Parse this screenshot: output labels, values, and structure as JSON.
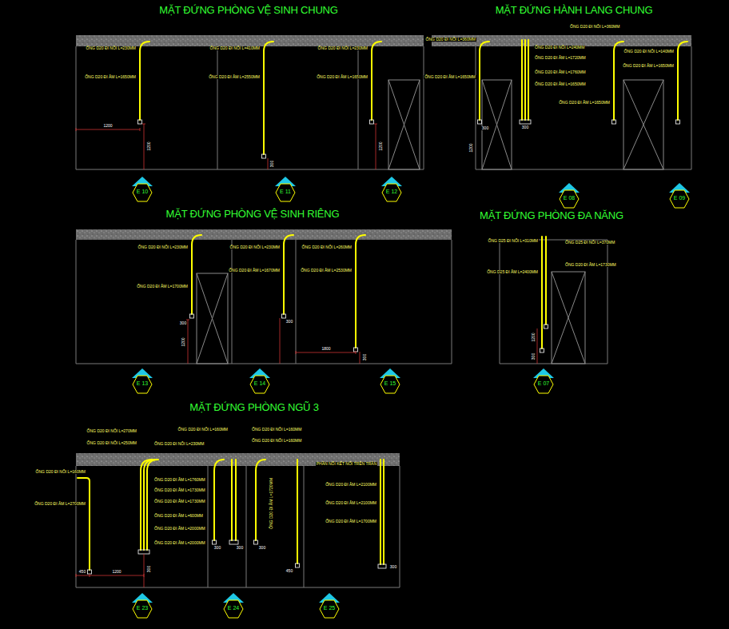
{
  "diagram": {
    "nodes": [
      {
        "text": [
          "E 10"
        ]
      },
      {
        "text": [
          "E 11"
        ]
      },
      {
        "text": [
          "E 12"
        ]
      },
      {
        "text": [
          "E 08"
        ]
      },
      {
        "text": [
          "E 09"
        ]
      },
      {
        "text": [
          "E 13"
        ]
      },
      {
        "text": [
          "E 14"
        ]
      },
      {
        "text": [
          "E 15"
        ]
      },
      {
        "text": [
          "E 07"
        ]
      },
      {
        "text": [
          "E 23"
        ]
      },
      {
        "text": [
          "E 24"
        ]
      },
      {
        "text": [
          "E 25"
        ]
      }
    ],
    "labels": [
      "MẶT ĐỨNG PHÒNG VỆ SINH CHUNG",
      "ỐNG D20 ĐI NỔI L=230MM",
      "ỐNG D20 ĐI ÂM L=1650MM",
      "1200",
      "1200",
      "ỐNG D20 ĐI NỔI L=410MM",
      "ỐNG D20 ĐI ÂM L=2550MM",
      "300",
      "ỐNG D20 ĐI NỔI L=230MM",
      "ỐNG D20 ĐI ÂM L=1650MM",
      "1200",
      "MẶT ĐỨNG HÀNH LANG CHUNG",
      "ỐNG D20 ĐI NỔI L=360MM",
      "ỐNG D20 ĐI ÂM L=1650MM",
      "ỐNG D20 ĐI NỔI L=360MM",
      "ỐNG D20 ĐI NỔI L=240MM",
      "ỐNG D20 ĐI ÂM L=1720MM",
      "ỐNG D20 ĐI ÂM L=1760MM",
      "ỐNG D20 ĐI ÂM L=1650MM",
      "ỐNG D20 ĐI ÂM L=1650MM",
      "ỐNG D20 ĐI NỔI L=140MM",
      "ỐNG D20 ĐI ÂM L=1650MM",
      "1200",
      "300",
      "300",
      "MẶT ĐỨNG PHÒNG VỆ SINH RIÊNG",
      "ỐNG D20 ĐI NỔI L=230MM",
      "ỐNG D20 ĐI ÂM L=1700MM",
      "1200",
      "300",
      "ỐNG D20 ĐI NỔI L=230MM",
      "ỐNG D20 ĐI ÂM L=1670MM",
      "300",
      "ỐNG D20 ĐI NỔI L=260MM",
      "ỐNG D20 ĐI ÂM L=2530MM",
      "1800",
      "300",
      "MẶT ĐỨNG PHÒNG ĐA NĂNG",
      "ỐNG D25 ĐI NỔI L=310MM",
      "ỐNG D25 ĐI ÂM L=2400MM",
      "ỐNG D25 ĐI NỔI L=370MM",
      "ỐNG D20 ĐI ÂM L=1730MM",
      "1200",
      "300",
      "MẶT ĐỨNG PHÒNG NGŨ 3",
      "ỐNG D20 ĐI NỔI L=160MM",
      "ỐNG D20 ĐI ÂM L=2700MM",
      "ỐNG D20 ĐI NỔI L=270MM",
      "ỐNG D20 ĐI NỔI L=250MM",
      "ỐNG D20 ĐI NỔI L=230MM",
      "ỐNG D20 ĐI ÂM L=1760MM",
      "ỐNG D20 ĐI ÂM L=1730MM",
      "ỐNG D20 ĐI ÂM L=1730MM",
      "ỐNG D20 ĐI ÂM L=600MM",
      "ỐNG D20 ĐI ÂM L=2000MM",
      "ỐNG D20 ĐI ÂM L=2000MM",
      "ỐNG D20 ĐI NỔI L=160MM",
      "ỐNG D20 ĐI NỔI L=160MM",
      "ỐNG D20 ĐI NỔI L=160MM",
      "ỐNG D20 ĐI ÂM L=1720MM",
      "PHẦN NỐI KẾT NỐI TRÊN TRẦN",
      "ỐNG D20 ĐI ÂM L=2100MM",
      "ỐNG D20 ĐI ÂM L=2100MM",
      "ỐNG D20 ĐI ÂM L=1700MM",
      "450",
      "1200",
      "300",
      "300",
      "300",
      "300",
      "450",
      "300"
    ]
  }
}
